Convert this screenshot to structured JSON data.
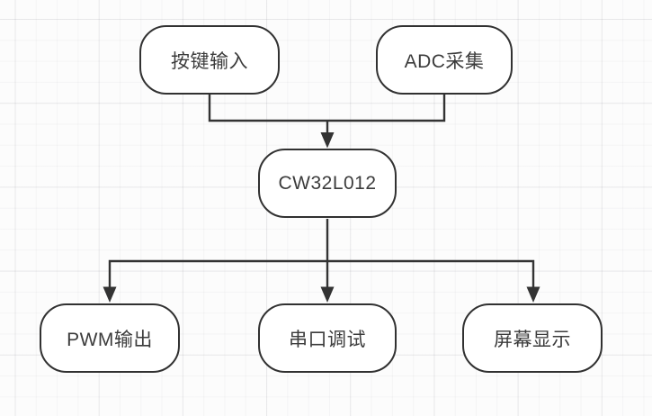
{
  "diagram": {
    "type": "flowchart",
    "nodes": [
      {
        "id": "key-input",
        "label": "按键输入"
      },
      {
        "id": "adc-sampling",
        "label": "ADC采集"
      },
      {
        "id": "mcu",
        "label": "CW32L012"
      },
      {
        "id": "pwm-output",
        "label": "PWM输出"
      },
      {
        "id": "uart-debug",
        "label": "串口调试"
      },
      {
        "id": "screen-display",
        "label": "屏幕显示"
      }
    ],
    "edges": [
      {
        "from": "key-input",
        "to": "mcu"
      },
      {
        "from": "adc-sampling",
        "to": "mcu"
      },
      {
        "from": "mcu",
        "to": "pwm-output"
      },
      {
        "from": "mcu",
        "to": "uart-debug"
      },
      {
        "from": "mcu",
        "to": "screen-display"
      }
    ],
    "colors": {
      "node_border": "#313131",
      "node_fill": "#ffffff",
      "text": "#3c3c3c",
      "edge": "#333333",
      "background": "#fcfcfc",
      "grid_line": "#ebebeb"
    }
  }
}
